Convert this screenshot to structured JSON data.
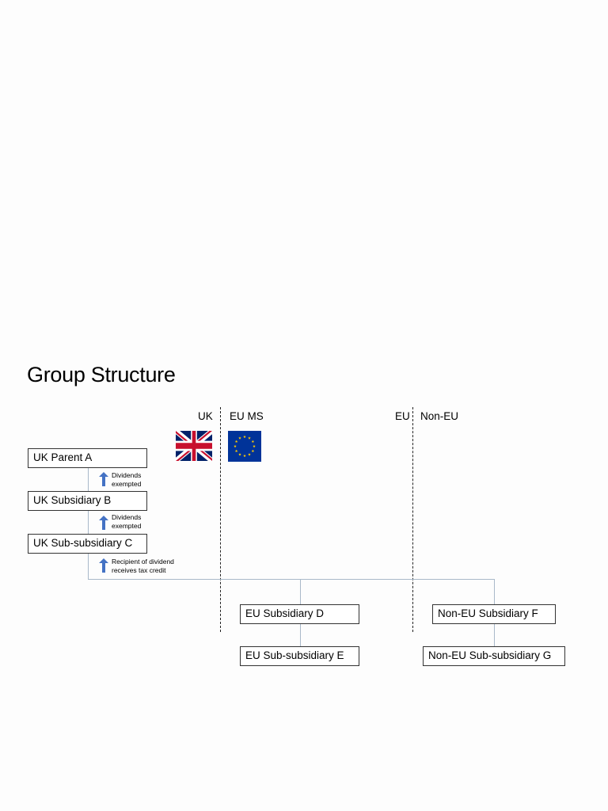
{
  "title": "Group Structure",
  "regions": {
    "uk": "UK",
    "eu_ms": "EU MS",
    "eu": "EU",
    "non_eu": "Non-EU"
  },
  "flags": {
    "uk": "union-jack-flag",
    "eu": "eu-flag"
  },
  "entities": {
    "uk_parent": "UK Parent A",
    "uk_sub_b": "UK Subsidiary B",
    "uk_sub_c": "UK Sub-subsidiary C",
    "eu_sub_d": "EU Subsidiary D",
    "eu_sub_e": "EU Sub-subsidiary E",
    "non_eu_f": "Non-EU Subsidiary F",
    "non_eu_g": "Non-EU Sub-subsidiary G"
  },
  "notes": {
    "ab_line1": "Dividends",
    "ab_line2": "exempted",
    "bc_line1": "Dividends",
    "bc_line2": "exempted",
    "c_line1": "Recipient of dividend",
    "c_line2": "receives tax credit"
  },
  "colors": {
    "arrow": "#4472c4",
    "connector": "#a9b9c9",
    "eu_blue": "#003399",
    "eu_star": "#ffcc00",
    "uk_red": "#c8102e",
    "uk_blue": "#012169"
  }
}
